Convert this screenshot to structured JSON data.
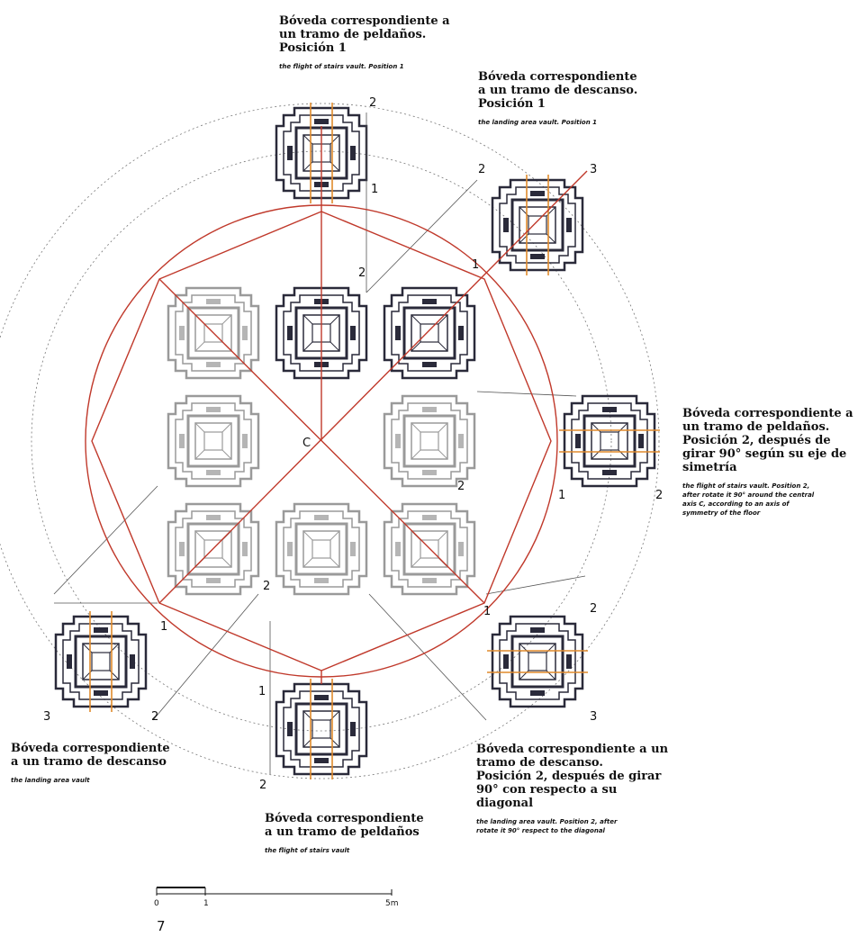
{
  "labels": {
    "top": {
      "es_l1": "Bóveda correspondiente a",
      "es_l2": "un tramo de peldaños.",
      "es_l3": "Posición 1",
      "en": "the flight of stairs vault. Position 1"
    },
    "top_right": {
      "es_l1": "Bóveda correspondiente",
      "es_l2": "a un tramo de descanso.",
      "es_l3": "Posición 1",
      "en": "the landing area vault. Position 1"
    },
    "right": {
      "es_l1": "Bóveda correspondiente a",
      "es_l2": "un tramo de peldaños.",
      "es_l3": "Posición 2, después de",
      "es_l4": "girar 90° según su eje de",
      "es_l5": "simetría",
      "en_l1": "the flight of stairs vault. Position 2,",
      "en_l2": "after rotate it 90° around the central",
      "en_l3": "axis C, according to an axis of",
      "en_l4": "symmetry of the floor"
    },
    "bottom_right": {
      "es_l1": "Bóveda correspondiente a un",
      "es_l2": "tramo de descanso.",
      "es_l3": "Posición 2, después de girar",
      "es_l4": "90° con respecto a su",
      "es_l5": "diagonal",
      "en_l1": "the landing area vault. Position 2, after",
      "en_l2": "rotate it 90° respect to the diagonal"
    },
    "bottom": {
      "es_l1": "Bóveda correspondiente",
      "es_l2": "a un tramo de peldaños",
      "en": "the flight of stairs vault"
    },
    "left": {
      "es_l1": "Bóveda correspondiente",
      "es_l2": "a un tramo de descanso",
      "en": "the landing area vault"
    }
  },
  "markers": {
    "one": "1",
    "two": "2",
    "three": "3",
    "center": "C"
  },
  "scale": {
    "zero": "0",
    "one": "1",
    "end": "5m"
  },
  "page_number": "7",
  "colors": {
    "construction": "#c0392b",
    "axes": "#e08a2c",
    "ink": "#2a2a3a",
    "grey": "#9a9a9a"
  }
}
